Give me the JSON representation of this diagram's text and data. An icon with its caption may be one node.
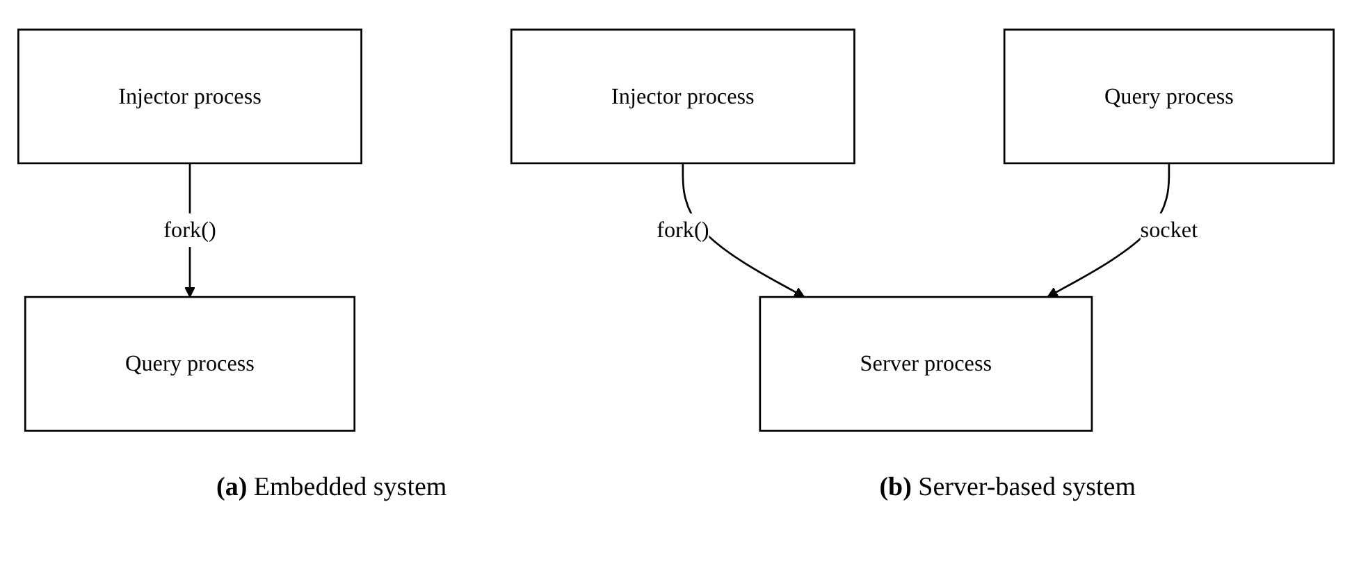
{
  "diagram": {
    "nodes": [
      {
        "text": [
          "Injector process"
        ]
      },
      {
        "text": [
          "Query process"
        ]
      },
      {
        "text": [
          "Injector process"
        ]
      },
      {
        "text": [
          "Query process"
        ]
      },
      {
        "text": [
          "Server process"
        ]
      }
    ],
    "edges": [
      {
        "from": 0,
        "to": 1,
        "arrow": "to",
        "label": "fork()"
      },
      {
        "from": 2,
        "to": 4,
        "arrow": "to",
        "label": "fork()"
      },
      {
        "from": 3,
        "to": 4,
        "arrow": "to",
        "label": "socket"
      }
    ],
    "labels": [
      "**(a)** Embedded system",
      "**(b)** Server-based system"
    ]
  }
}
